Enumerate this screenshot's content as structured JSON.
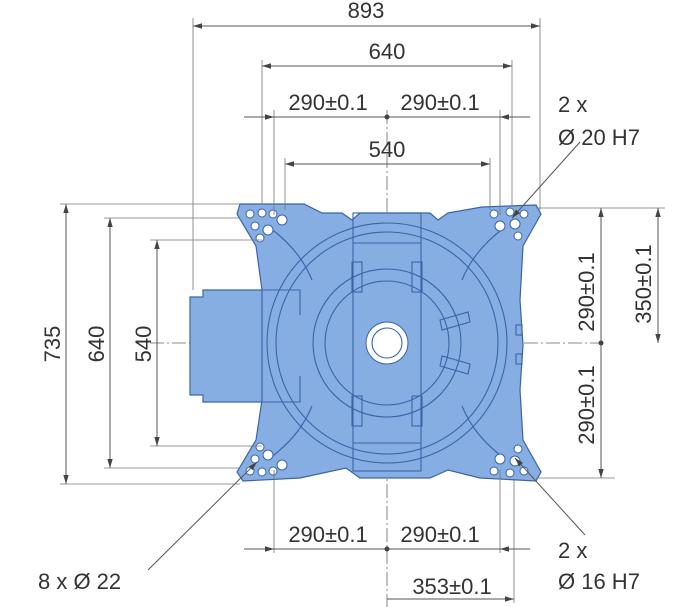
{
  "dimensions": {
    "overall_width": "893",
    "width_640": "640",
    "width_540": "540",
    "top_left_290": "290±0.1",
    "top_right_290": "290±0.1",
    "bottom_left_290": "290±0.1",
    "bottom_right_290": "290±0.1",
    "bottom_353": "353±0.1",
    "height_735": "735",
    "height_640": "640",
    "height_540": "540",
    "right_upper_290": "290±0.1",
    "right_lower_290": "290±0.1",
    "right_350": "350±0.1"
  },
  "callouts": {
    "pin_top_count": "2 x",
    "pin_top_spec": "Ø 20 H7",
    "pin_bottom_count": "2 x",
    "pin_bottom_spec": "Ø 16 H7",
    "mount_holes": "8 x Ø 22"
  },
  "colors": {
    "body_fill": "#86aee3",
    "body_edge": "#3a64a8",
    "dimension_line": "#555555",
    "text": "#333333"
  }
}
